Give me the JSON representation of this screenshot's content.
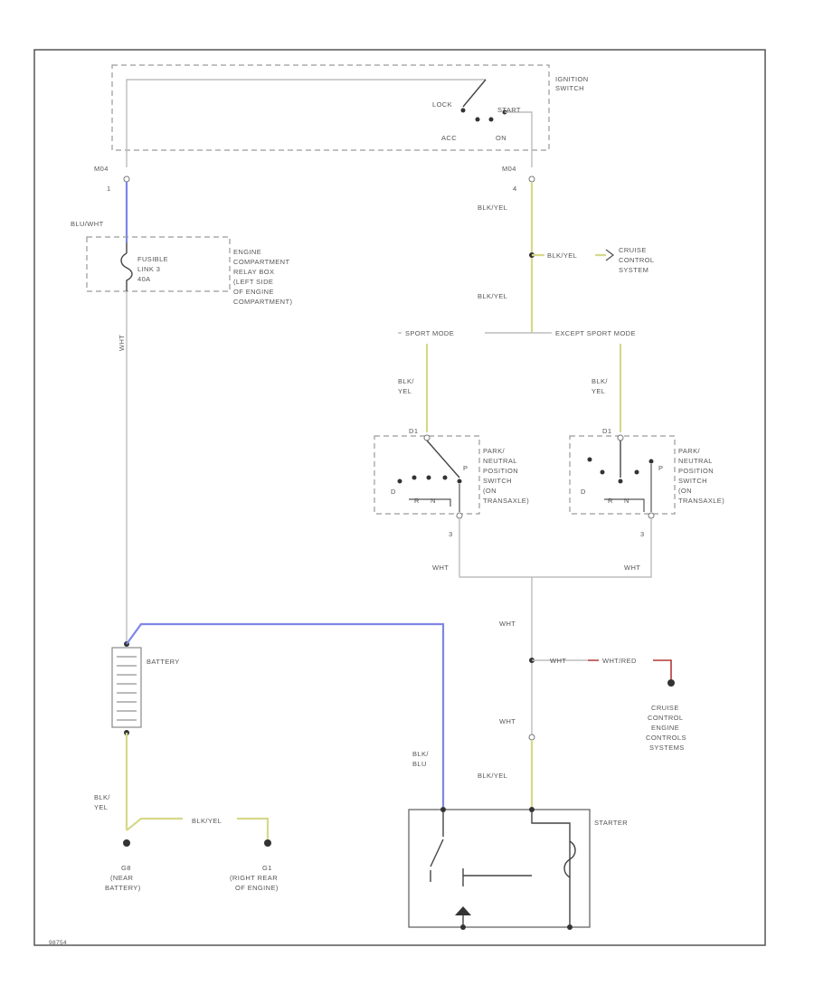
{
  "ignition_switch": {
    "title_line1": "IGNITION",
    "title_line2": "SWITCH",
    "pos_lock": "LOCK",
    "pos_start": "START",
    "pos_acc": "ACC",
    "pos_on": "ON"
  },
  "connectors": {
    "left_conn": "M04",
    "left_pin": "1",
    "right_conn": "M04",
    "right_pin": "4"
  },
  "wires": {
    "blu_wht": "BLU/WHT",
    "wht_vertical": "WHT",
    "blk_yel_1": "BLK/YEL",
    "cruise_tag": "BLK/YEL",
    "blk_yel_2": "BLK/YEL",
    "sport_mode": "SPORT MODE",
    "except_sport_mode": "EXCEPT SPORT MODE",
    "blk_yel_left_1": "BLK/",
    "blk_yel_left_2": "YEL",
    "blk_yel_right_1": "BLK/",
    "blk_yel_right_2": "YEL",
    "wht_left": "WHT",
    "wht_right": "WHT",
    "wht_mid": "WHT",
    "wht_branch": "WHT",
    "wht_red_tag": "WHT/RED",
    "wht_lower": "WHT",
    "blk_yel_starter": "BLK/YEL",
    "blk_blu_1": "BLK/",
    "blk_blu_2": "BLU",
    "blk_yel_batt_1": "BLK/",
    "blk_yel_batt_2": "YEL",
    "blk_yel_ground_tag": "BLK/YEL"
  },
  "fusible_link": {
    "line1": "FUSIBLE",
    "line2": "LINK 3",
    "line3": "40A"
  },
  "relay_box": {
    "line1": "ENGINE",
    "line2": "COMPARTMENT",
    "line3": "RELAY BOX",
    "line4": "(LEFT SIDE",
    "line5": "OF ENGINE",
    "line6": "COMPARTMENT)"
  },
  "cruise_control": {
    "line1": "CRUISE",
    "line2": "CONTROL",
    "line3": "SYSTEM"
  },
  "pnp_left": {
    "line1": "PARK/",
    "line2": "NEUTRAL",
    "line3": "POSITION",
    "line4": "SWITCH",
    "line5": "(ON",
    "line6": "TRANSAXLE)",
    "pin_top": "D1",
    "pin_bottom": "3",
    "pos_d": "D",
    "pos_r": "R",
    "pos_n": "N",
    "pos_p": "P"
  },
  "pnp_right": {
    "line1": "PARK/",
    "line2": "NEUTRAL",
    "line3": "POSITION",
    "line4": "SWITCH",
    "line5": "(ON",
    "line6": "TRANSAXLE)",
    "pin_top": "D1",
    "pin_bottom": "3",
    "pos_d": "D",
    "pos_r": "R",
    "pos_n": "N",
    "pos_p": "P"
  },
  "battery": {
    "label": "BATTERY"
  },
  "cruise_ecm": {
    "line1": "CRUISE",
    "line2": "CONTROL",
    "line3": "ENGINE",
    "line4": "CONTROLS",
    "line5": "SYSTEMS"
  },
  "starter": {
    "label": "STARTER"
  },
  "grounds": {
    "g1_id": "G8",
    "g1_line1": "(NEAR",
    "g1_line2": "BATTERY)",
    "g2_id": "G1",
    "g2_line1": "(RIGHT REAR",
    "g2_line2": "OF ENGINE)"
  },
  "footer": {
    "code": "98754"
  },
  "colors": {
    "wire_default": "#bdbdbd",
    "wire_yellow": "#d6d98a",
    "wire_blue": "#7f86e6",
    "wire_red": "#b33a3a",
    "border": "#555555"
  }
}
